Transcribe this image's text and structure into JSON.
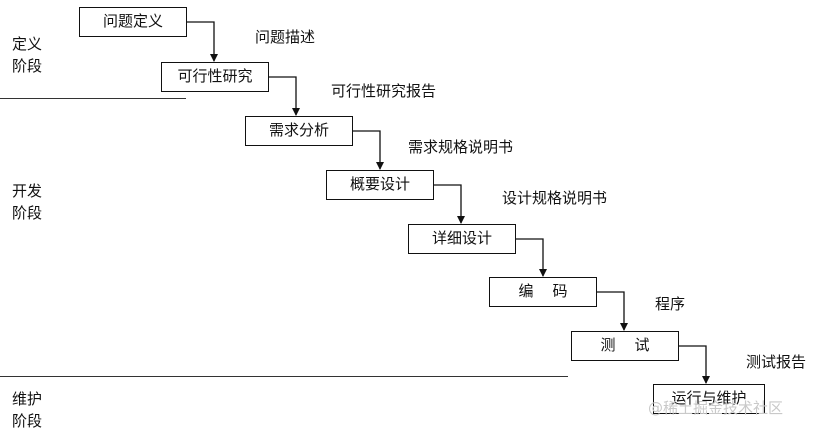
{
  "phases": [
    {
      "id": "define",
      "line1": "定义",
      "line2": "阶段"
    },
    {
      "id": "develop",
      "line1": "开发",
      "line2": "阶段"
    },
    {
      "id": "maintain",
      "line1": "维护",
      "line2": "阶段"
    }
  ],
  "steps": [
    {
      "label": "问题定义",
      "output": "问题描述"
    },
    {
      "label": "可行性研究",
      "output": "可行性研究报告"
    },
    {
      "label": "需求分析",
      "output": "需求规格说明书"
    },
    {
      "label": "概要设计",
      "output": "设计规格说明书"
    },
    {
      "label": "详细设计",
      "output": ""
    },
    {
      "label": "编    码",
      "output": "程序"
    },
    {
      "label": "测    试",
      "output": "测试报告"
    },
    {
      "label": "运行与维护",
      "output": ""
    }
  ],
  "watermark": "@稀土掘金技术社区"
}
